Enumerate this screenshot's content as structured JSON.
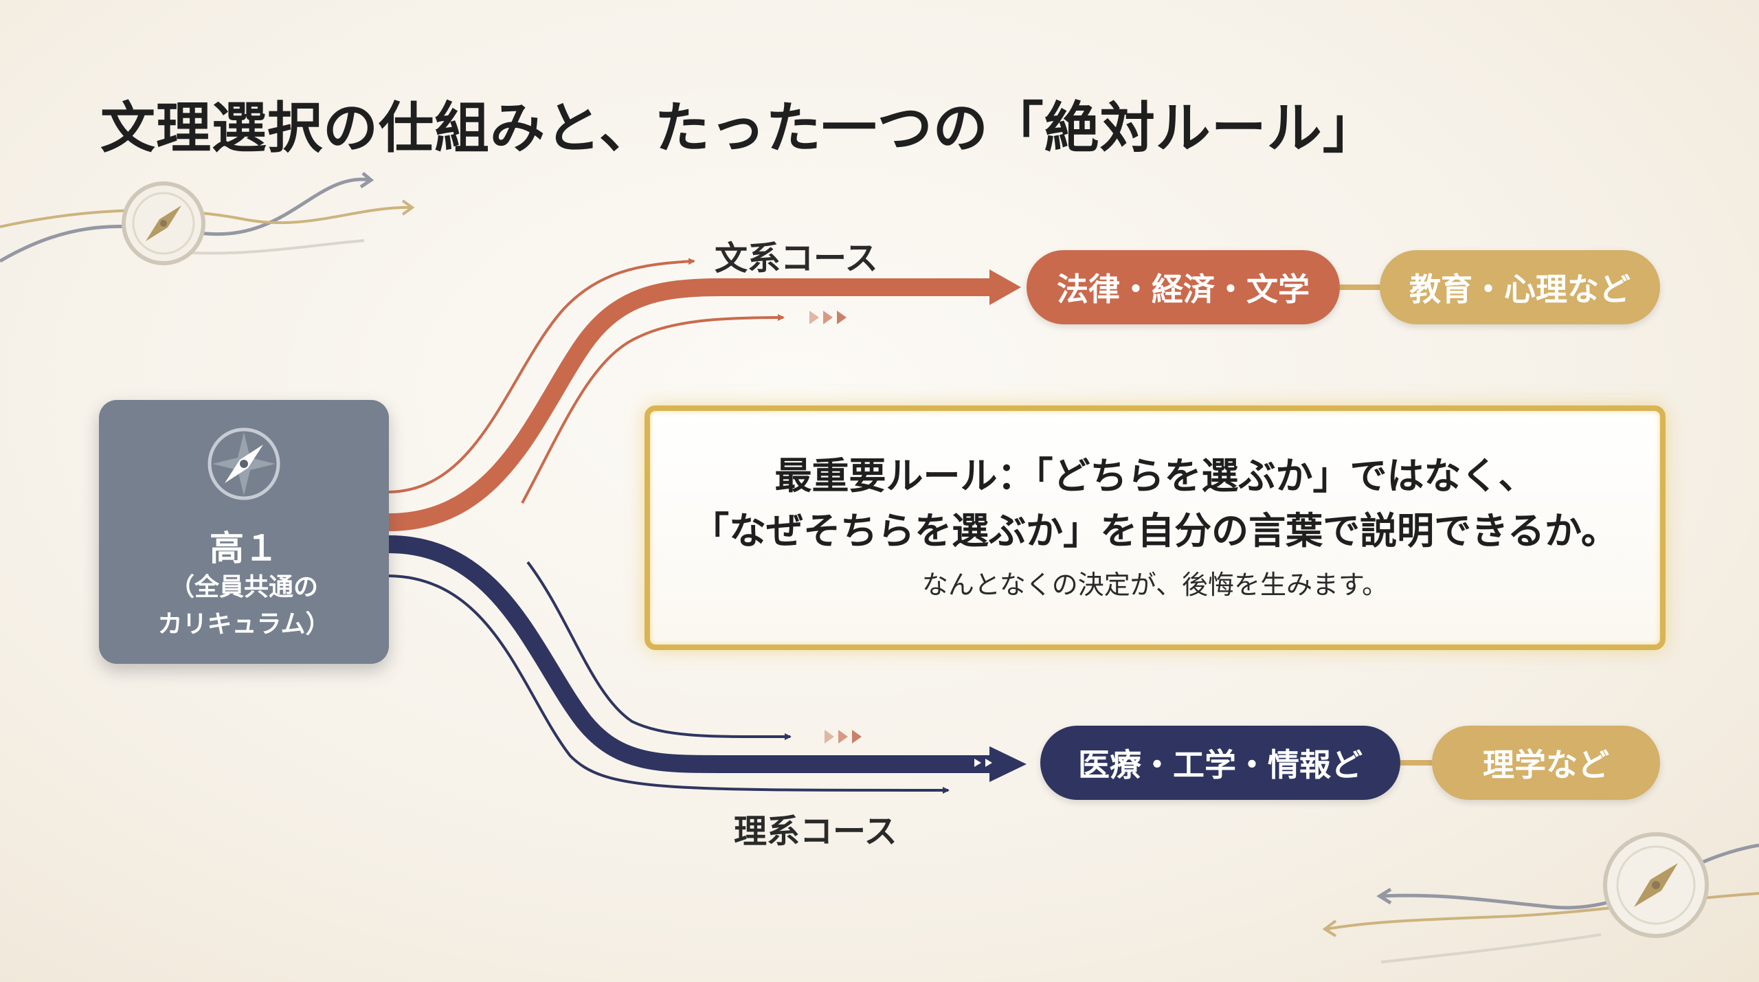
{
  "title": "文理選択の仕組みと、たった一つの「絶対ルール」",
  "start": {
    "grade": "高１",
    "note_line1": "（全員共通の",
    "note_line2": "カリキュラム）",
    "icon": "compass-icon"
  },
  "courses": {
    "bunkei": {
      "label": "文系コース",
      "primary": "法律・経済・文学",
      "secondary": "教育・心理など",
      "color": "#c96a4d"
    },
    "rikei": {
      "label": "理系コース",
      "primary": "医療・工学・情報ど",
      "secondary": "理学など",
      "color": "#2f3560"
    }
  },
  "rule": {
    "line1": "最重要ルール：「どちらを選ぶか」ではなく、",
    "line2": "「なぜそちらを選ぶか」を自分の言葉で説明できるか。",
    "sub": "なんとなくの決定が、後悔を生みます。"
  },
  "colors": {
    "gold": "#d4b068",
    "start_box": "#76808f",
    "rule_border": "#d9b453"
  }
}
